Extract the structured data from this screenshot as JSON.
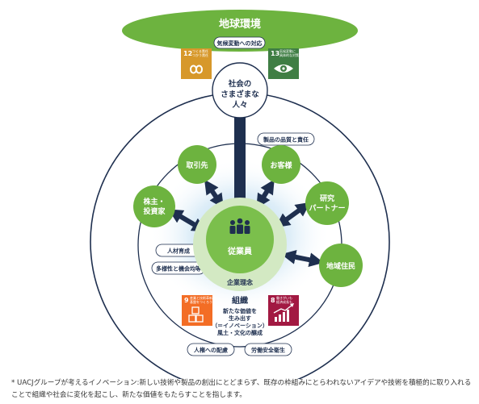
{
  "colors": {
    "green": "#6db33f",
    "green_light": "#a8d38a",
    "navy": "#1e2f4f",
    "sdg12": "#d7982a",
    "sdg13": "#3f7e44",
    "sdg8": "#a21942",
    "sdg9": "#f36d25"
  },
  "top": {
    "title": "地球環境",
    "tag": "気候変動への対応"
  },
  "sdg12": {
    "number": "12",
    "caption": [
      "つくる責任",
      "つかう責任"
    ],
    "icon": "infinity-loop-icon"
  },
  "sdg13": {
    "number": "13",
    "caption": [
      "気候変動に",
      "具体的な対策を"
    ],
    "icon": "eye-globe-icon"
  },
  "society": {
    "lines": [
      "社会の",
      "さまざまな",
      "人々"
    ]
  },
  "stakeholders": {
    "torihikisaki": {
      "lines": [
        "取引先"
      ]
    },
    "okyakusama": {
      "lines": [
        "お客様"
      ]
    },
    "kabunushi": {
      "lines": [
        "株主・",
        "投資家"
      ]
    },
    "kenkyu": {
      "lines": [
        "研究",
        "パートナー"
      ]
    },
    "chiiki": {
      "lines": [
        "地域住民"
      ]
    }
  },
  "tags": {
    "quality": "製品の品質と責任",
    "jinzai": "人材育成",
    "tayousei": "多様性と機会均等",
    "jinken": "人権への配慮",
    "anzen": "労働安全衛生"
  },
  "center": {
    "employees": "従業員",
    "employees_icon": "people-group-icon",
    "philosophy": "企業理念"
  },
  "organization": {
    "title": "組織",
    "lines": [
      "新たな価値を",
      "生み出す",
      "（＝イノベーション）",
      "風土・文化の醸成"
    ]
  },
  "sdg9": {
    "number": "9",
    "caption": [
      "産業と技術革新の",
      "基盤をつくろう"
    ],
    "icon": "cubes-icon"
  },
  "sdg8": {
    "number": "8",
    "caption": [
      "働きがいも",
      "経済成長も"
    ],
    "icon": "growth-chart-icon"
  },
  "footnote": "* UACJグループが考えるイノベーション:新しい技術や製品の創出にとどまらず、既存の枠組みにとらわれないアイデアや技術を積極的に取り入れることで組織や社会に変化を起こし、新たな価値をもたらすことを指します。"
}
